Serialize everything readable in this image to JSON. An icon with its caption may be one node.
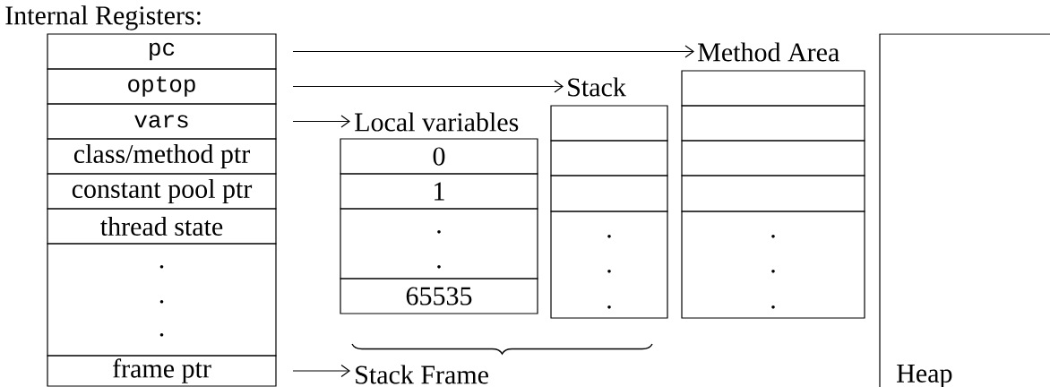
{
  "diagram": {
    "title": "Internal Registers:",
    "nodes": [
      {
        "text": [
          "pc"
        ]
      },
      {
        "text": [
          "optop"
        ]
      },
      {
        "text": [
          "vars"
        ]
      },
      {
        "text": [
          "class/method ptr"
        ]
      },
      {
        "text": [
          "constant pool ptr"
        ]
      },
      {
        "text": [
          "thread state"
        ]
      },
      {
        "text": [
          ".",
          ".",
          "."
        ]
      },
      {
        "text": [
          "frame ptr"
        ]
      },
      {
        "text": [
          "Method Area"
        ]
      },
      {
        "text": [
          "Stack"
        ]
      },
      {
        "text": [
          "Local variables"
        ]
      },
      {
        "text": [
          "0"
        ]
      },
      {
        "text": [
          "1"
        ]
      },
      {
        "text": [
          ".",
          "."
        ]
      },
      {
        "text": [
          "65535"
        ]
      },
      {
        "text": [],
        "shape": "box"
      },
      {
        "text": [],
        "shape": "box"
      },
      {
        "text": [],
        "shape": "box"
      },
      {
        "text": [
          ".",
          ".",
          "."
        ]
      },
      {
        "text": [],
        "shape": "box"
      },
      {
        "text": [],
        "shape": "box"
      },
      {
        "text": [],
        "shape": "box"
      },
      {
        "text": [],
        "shape": "box"
      },
      {
        "text": [
          ".",
          ".",
          "."
        ]
      },
      {
        "text": [
          "Stack Frame"
        ]
      },
      {
        "text": [
          "Heap"
        ]
      }
    ],
    "edges": [
      {
        "from": 0,
        "to": 8,
        "arrow": "to"
      },
      {
        "from": 1,
        "to": 9,
        "arrow": "to"
      },
      {
        "from": 2,
        "to": 10,
        "arrow": "to"
      },
      {
        "from": 7,
        "to": 24,
        "arrow": "to"
      }
    ]
  }
}
